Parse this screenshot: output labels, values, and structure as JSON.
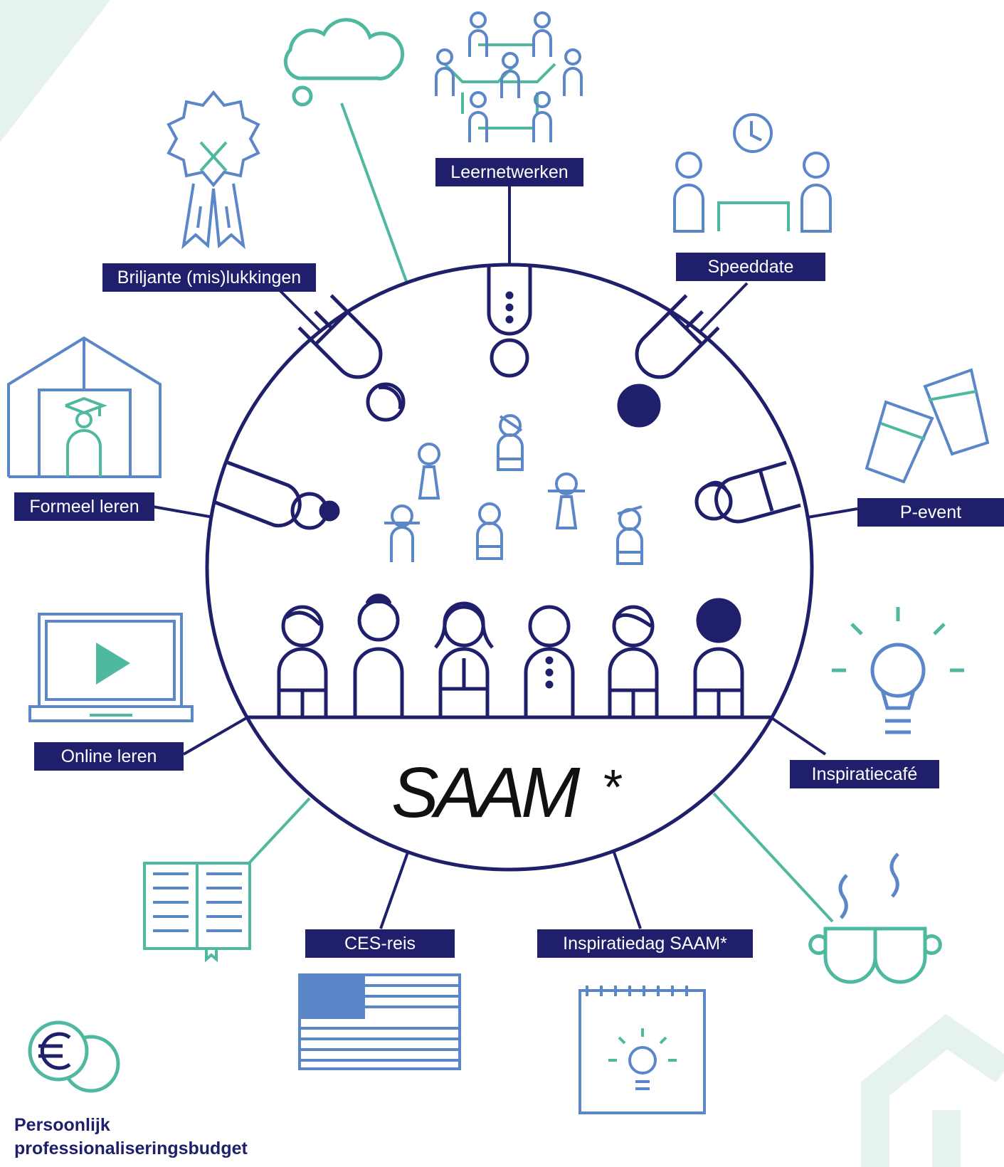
{
  "logo": {
    "text": "SAAM",
    "mark": "*"
  },
  "labels": {
    "leernetwerken": "Leernetwerken",
    "briljante": "Briljante (mis)lukkingen",
    "speeddate": "Speeddate",
    "formeel": "Formeel leren",
    "pevent": "P-event",
    "online": "Online leren",
    "inspiratiecafe": "Inspiratiecafé",
    "ces": "CES-reis",
    "inspiratiedag": "Inspiratiedag SAAM*"
  },
  "budget": {
    "line1": "Persoonlijk",
    "line2": "professionaliseringsbudget"
  },
  "icons": [
    "network-people-icon",
    "cloud-icon",
    "award-rosette-icon",
    "meeting-table-clock-icon",
    "school-graduate-icon",
    "drinks-glasses-icon",
    "laptop-play-icon",
    "lightbulb-icon",
    "open-book-icon",
    "usa-flag-icon",
    "calendar-lightbulb-icon",
    "coffee-cups-icon",
    "euro-coins-icon"
  ],
  "colors": {
    "navy": "#1f1f6b",
    "blue": "#5b87c8",
    "green": "#4fb9a0",
    "black": "#111111"
  }
}
